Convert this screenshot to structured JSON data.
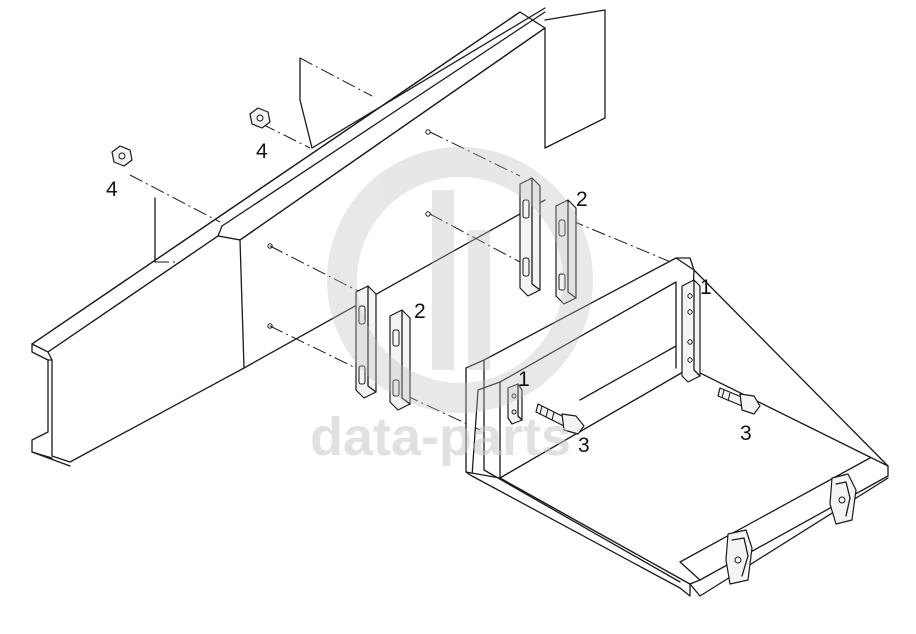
{
  "callouts": {
    "bracket_left": "1",
    "bracket_right": "1",
    "plate_pair_upper": "2",
    "plate_pair_lower": "2",
    "bolt_left": "3",
    "bolt_right": "3",
    "nut_left": "4",
    "nut_upper": "4"
  },
  "watermark": {
    "text": "data-parts"
  },
  "colors": {
    "line": "#1a1a1a",
    "watermark": "#c9c9c9"
  }
}
